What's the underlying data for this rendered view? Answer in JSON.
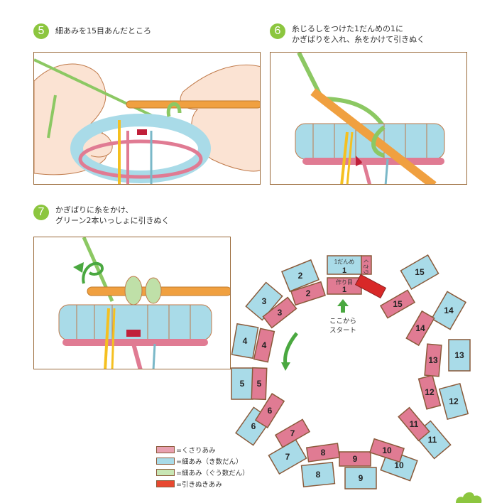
{
  "steps": [
    {
      "number": "5",
      "text": "細あみを15目あんだところ"
    },
    {
      "number": "6",
      "text": "糸じるしをつけた1だんめの1に\nかぎばりを入れ、糸をかけて引きぬく",
      "inline_box_number": "1"
    },
    {
      "number": "7",
      "text": "かぎばりに糸をかけ、\nグリーン2本いっしょに引きぬく"
    }
  ],
  "colors": {
    "badge": "#8cc63f",
    "chain": "#e07b93",
    "single_round": "#a9dbe8",
    "single_even": "#bfe0a8",
    "slip": "#e03030",
    "frame": "#9a6a3a",
    "hook": "#f0a040",
    "yarn_green": "#8cc863",
    "yarn_yellow": "#f5c020"
  },
  "diagram": {
    "top_blue_label": "1だんめ",
    "top_blue_number": "1",
    "chain_label": "くさり",
    "foundation_label": "作り目",
    "foundation_number": "1",
    "start_text_line1": "ここから",
    "start_text_line2": "スタート",
    "inner_ring_numbers": [
      "2",
      "3",
      "4",
      "5",
      "6",
      "7",
      "8",
      "9",
      "10",
      "11",
      "12",
      "13",
      "14",
      "15"
    ],
    "outer_ring_numbers": [
      "2",
      "3",
      "4",
      "5",
      "6",
      "7",
      "8",
      "9",
      "10",
      "11",
      "12",
      "13",
      "14",
      "15"
    ]
  },
  "legend": [
    {
      "label": "=くさりあみ",
      "color_key": "chain"
    },
    {
      "label": "=細あみ（き数だん）",
      "color_key": "single_round"
    },
    {
      "label": "=細あみ（ぐう数だん）",
      "color_key": "single_even"
    },
    {
      "label": "=引きぬきあみ",
      "color_key": "slip"
    }
  ]
}
